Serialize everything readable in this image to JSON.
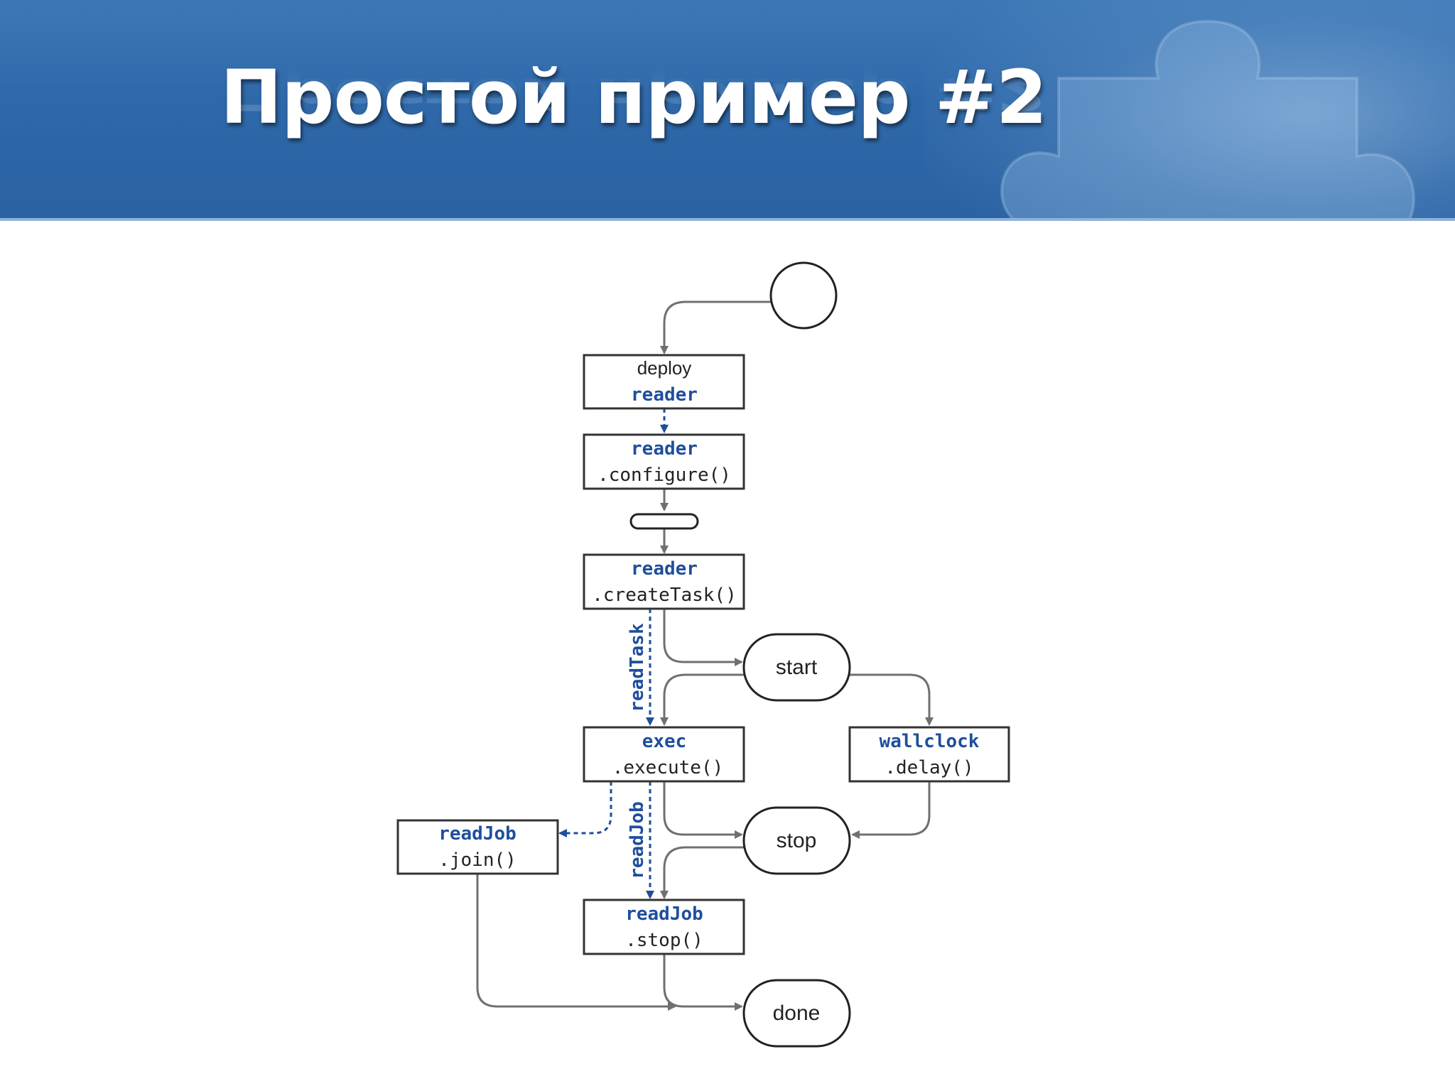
{
  "title": "Простой пример #2",
  "colors": {
    "header_blue": "#2f69aa",
    "keyword_blue": "#1f4f9c",
    "edge_gray": "#707070",
    "box_border": "#333333"
  },
  "diagram": {
    "boxes": {
      "deploy": {
        "line1": "deploy",
        "line2": "reader"
      },
      "configure": {
        "line1": "reader",
        "line2": ".configure()"
      },
      "create_task": {
        "line1": "reader",
        "line2": ".createTask()"
      },
      "execute": {
        "line1": "exec",
        "line2": ".execute()"
      },
      "delay": {
        "line1": "wallclock",
        "line2": ".delay()"
      },
      "join": {
        "line1": "readJob",
        "line2": ".join()"
      },
      "job_stop": {
        "line1": "readJob",
        "line2": ".stop()"
      }
    },
    "events": {
      "start": "start",
      "stop": "stop",
      "done": "done"
    },
    "edge_labels": {
      "read_task": "readTask",
      "read_job": "readJob"
    }
  }
}
